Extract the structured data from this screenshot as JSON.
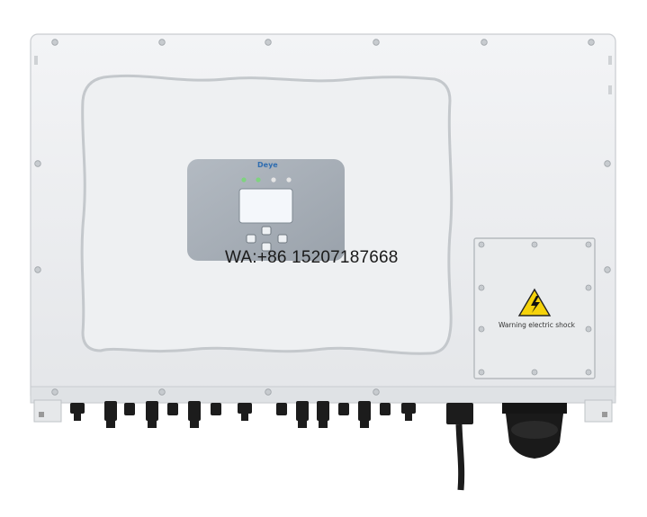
{
  "brand": {
    "logo_text": "Deye"
  },
  "watermark": {
    "contact": "WA:+86 15207187668"
  },
  "warning_box": {
    "label": "Warning electric shock",
    "icon": "high-voltage-warning-icon"
  },
  "display": {
    "icon": "lcd-screen-icon"
  },
  "colors": {
    "enclosure": "#eceef0",
    "panel": "#a8b0b8",
    "screen": "#f4f7fb",
    "connector": "#1c1c1c",
    "warning_yellow": "#f5d20a"
  }
}
